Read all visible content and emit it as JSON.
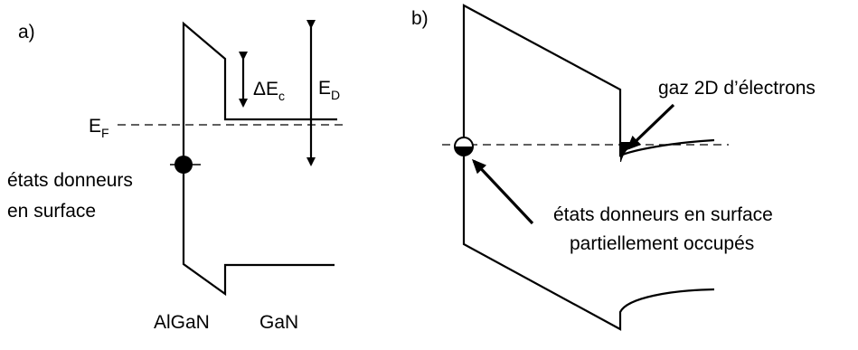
{
  "panel_a": {
    "label": "a)",
    "fermi": {
      "main": "E",
      "sub": "F"
    },
    "delta_ec": {
      "main": "ΔE",
      "sub": "c"
    },
    "ed": {
      "main": "E",
      "sub": "D"
    },
    "surface_states": [
      "états donneurs",
      "en surface"
    ],
    "algan_label": "AlGaN",
    "gan_label": "GaN"
  },
  "panel_b": {
    "label": "b)",
    "gas_label": "gaz 2D d’électrons",
    "surface_states": [
      "états donneurs en surface",
      "partiellement occupés"
    ]
  }
}
